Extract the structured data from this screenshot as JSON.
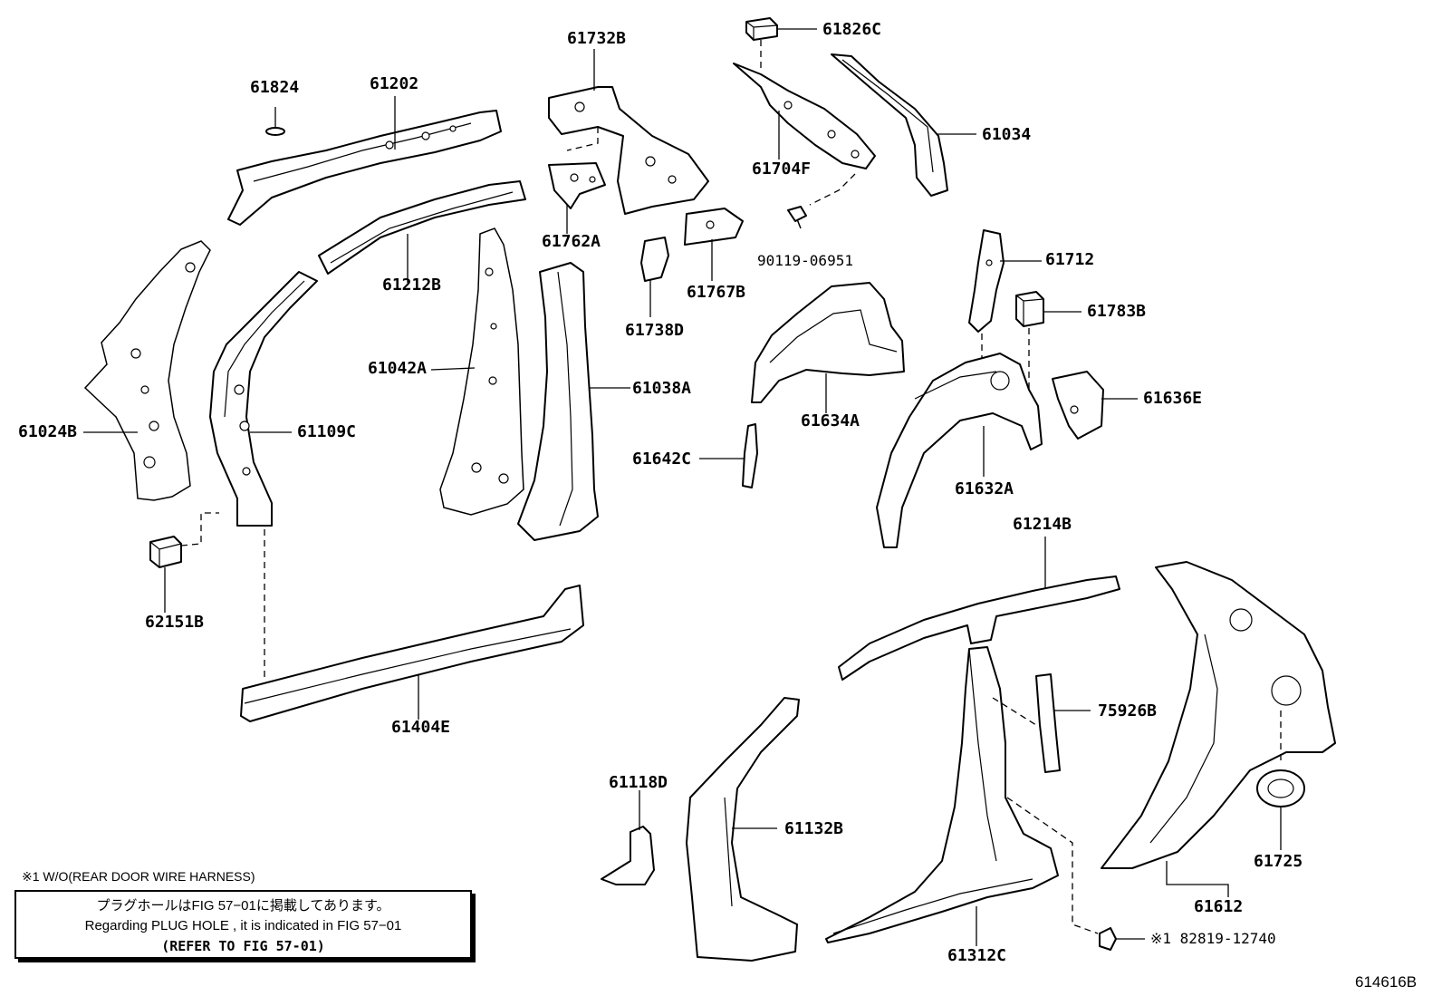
{
  "labels": {
    "p61824": "61824",
    "p61202": "61202",
    "p61732B": "61732B",
    "p61826C": "61826C",
    "p61034": "61034",
    "p61704F": "61704F",
    "p61762A": "61762A",
    "p90119": "90119-06951",
    "p61212B": "61212B",
    "p61767B": "61767B",
    "p61712": "61712",
    "p61783B": "61783B",
    "p61738D": "61738D",
    "p61042A": "61042A",
    "p61038A": "61038A",
    "p61024B": "61024B",
    "p61109C": "61109C",
    "p61634A": "61634A",
    "p61636E": "61636E",
    "p61642C": "61642C",
    "p61632A": "61632A",
    "p62151B": "62151B",
    "p61214B": "61214B",
    "p61404E": "61404E",
    "p75926B": "75926B",
    "p61118D": "61118D",
    "p61132B": "61132B",
    "p61725": "61725",
    "p61612": "61612",
    "p61312C": "61312C",
    "p82819": "※1 82819-12740"
  },
  "note": {
    "title": "※1 W/O(REAR DOOR WIRE HARNESS)",
    "line1": "プラグホールはFIG 57−01に掲載してあります。",
    "line2": "Regarding  PLUG  HOLE , it is indicated in FIG  57−01",
    "line3": "(REFER TO FIG 57-01)"
  },
  "figure_id": "614616B"
}
